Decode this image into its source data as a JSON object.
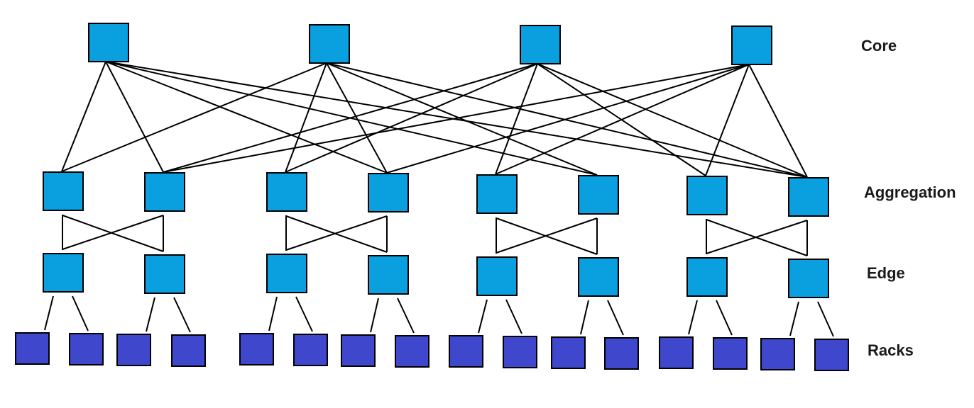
{
  "layers": {
    "core": "Core",
    "aggregation": "Aggregation",
    "edge": "Edge",
    "racks": "Racks"
  },
  "colors": {
    "switch_fill": "#0aa0e0",
    "rack_fill": "#3f48cc",
    "stroke": "#000000",
    "background": "#ffffff"
  },
  "topology": {
    "core_switch_count": 4,
    "aggregation_switch_count": 8,
    "edge_switch_count": 8,
    "rack_count": 16,
    "core_links": [
      [
        0,
        1,
        3,
        5,
        7
      ],
      [
        0,
        2,
        3,
        5,
        7
      ],
      [
        1,
        2,
        4,
        6,
        7
      ],
      [
        1,
        3,
        4,
        6,
        7
      ]
    ]
  }
}
